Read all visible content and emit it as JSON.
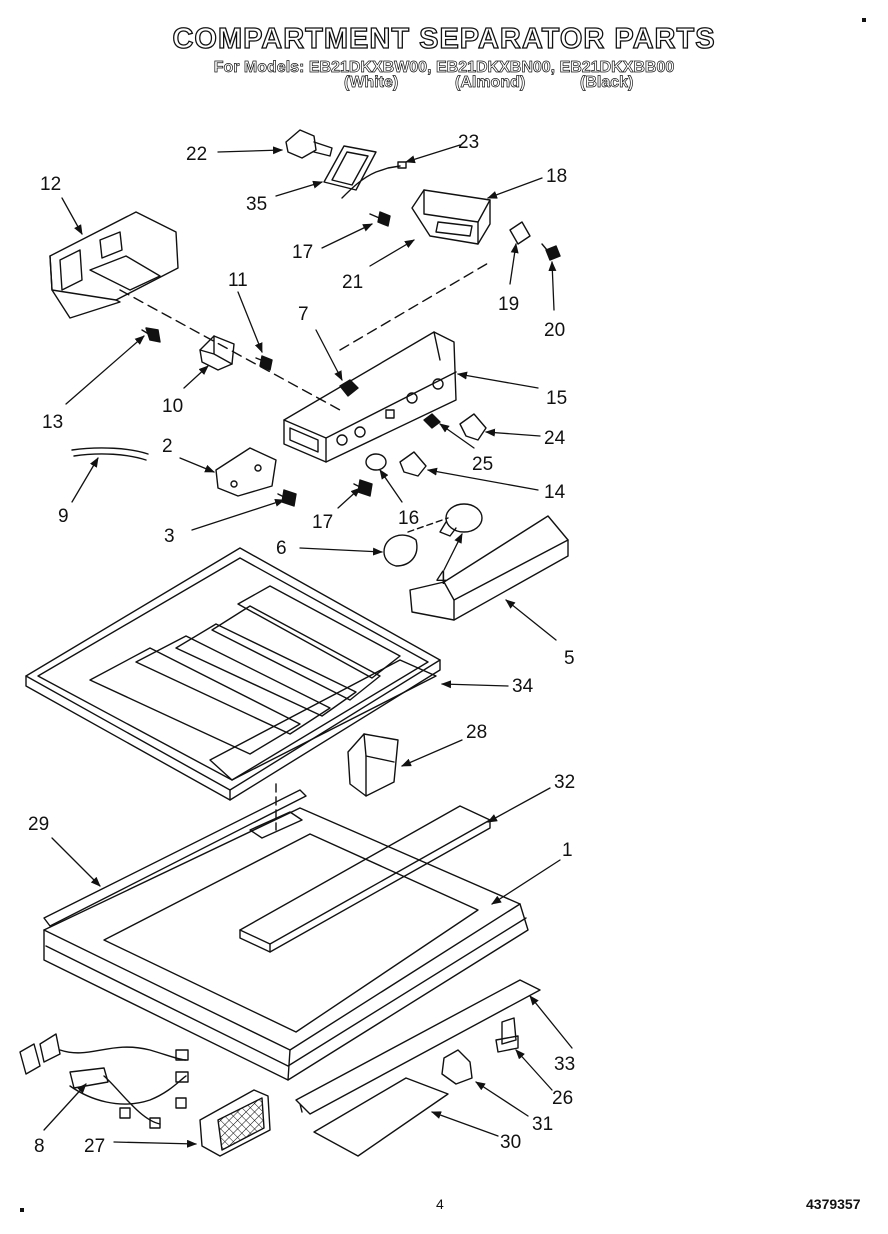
{
  "header": {
    "title": "COMPARTMENT SEPARATOR PARTS",
    "models": "For Models: EB21DKXBW00, EB21DKXBN00, EB21DKXBB00",
    "color_white": "(White)",
    "color_almond": "(Almond)",
    "color_black": "(Black)"
  },
  "callouts": [
    "22",
    "23",
    "35",
    "18",
    "12",
    "17",
    "21",
    "19",
    "20",
    "11",
    "7",
    "15",
    "13",
    "10",
    "24",
    "25",
    "2",
    "14",
    "9",
    "17",
    "16",
    "3",
    "6",
    "4",
    "5",
    "34",
    "28",
    "32",
    "29",
    "1",
    "33",
    "26",
    "8",
    "27",
    "31",
    "30"
  ],
  "footer": {
    "page": "4",
    "doc_code": "4379357"
  }
}
